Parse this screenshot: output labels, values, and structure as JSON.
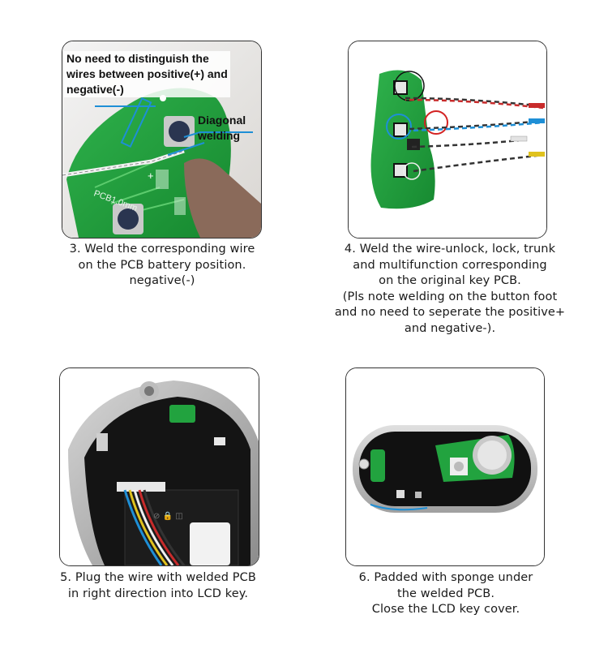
{
  "step3": {
    "callout_top": [
      "No need to distinguish the",
      "wires between positive(+) and",
      "negative(-)"
    ],
    "callout_right": [
      "Diagonal",
      "welding"
    ],
    "board_label": "PCB1.0mm",
    "caption": [
      "3. Weld the corresponding wire",
      "on the PCB battery position.",
      "negative(-)"
    ]
  },
  "step4": {
    "caption": [
      "4. Weld the wire-unlock, lock, trunk",
      "and multifunction corresponding",
      "on the original key PCB.",
      "(Pls note welding on the button foot",
      "and no need to seperate the positive+",
      "and negative-)."
    ]
  },
  "step5": {
    "caption": [
      "5. Plug the wire with welded PCB",
      "in right direction into LCD key."
    ]
  },
  "step6": {
    "caption": [
      "6.  Padded with sponge under",
      "the welded PCB.",
      "Close the LCD key cover."
    ]
  },
  "colors": {
    "pcb_green": "#22a33f",
    "callout_blue": "#1e8fd6",
    "panel_border": "#333333"
  }
}
